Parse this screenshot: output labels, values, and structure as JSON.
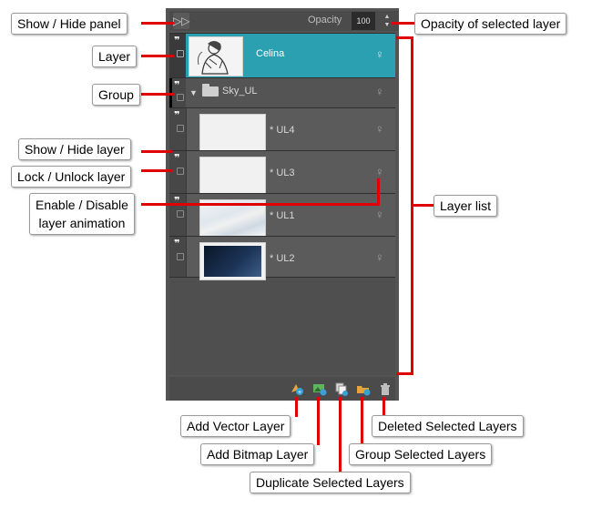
{
  "panel": {
    "opacity_label": "Opacity",
    "opacity_value": "100",
    "layers": [
      {
        "name": "Celina",
        "selected": true,
        "thumb": "character-drawing"
      },
      {
        "name": "Sky_UL",
        "type": "group"
      },
      {
        "name": "* UL4",
        "thumb": "blank"
      },
      {
        "name": "* UL3",
        "thumb": "blank"
      },
      {
        "name": "* UL1",
        "thumb": "sky-clouds"
      },
      {
        "name": "* UL2",
        "thumb": "dark-gradient"
      }
    ],
    "toolbar_icons": [
      "add-vector-layer-icon",
      "add-bitmap-layer-icon",
      "duplicate-layers-icon",
      "group-layers-icon",
      "delete-layers-icon"
    ],
    "colors": {
      "selected": "#2aa0b1",
      "panel": "#545454",
      "callout_line": "#e00000"
    }
  },
  "callouts": {
    "show_hide_panel": "Show / Hide panel",
    "layer": "Layer",
    "group": "Group",
    "show_hide_layer": "Show / Hide layer",
    "lock_unlock_layer": "Lock / Unlock layer",
    "enable_disable_anim_1": "Enable / Disable",
    "enable_disable_anim_2": "layer animation",
    "opacity_selected": "Opacity of selected layer",
    "layer_list": "Layer list",
    "add_vector": "Add Vector Layer",
    "add_bitmap": "Add Bitmap Layer",
    "duplicate": "Duplicate Selected Layers",
    "deleted": "Deleted Selected Layers",
    "group_selected": "Group Selected Layers"
  }
}
